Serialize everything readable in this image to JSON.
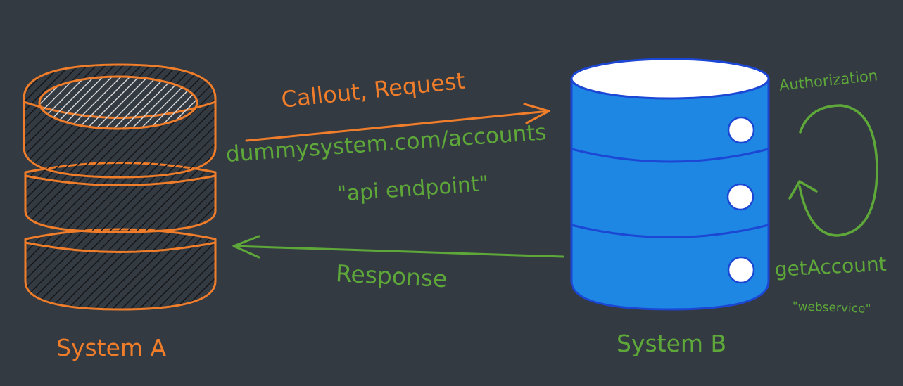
{
  "colors": {
    "background": "#343a42",
    "orange": "#f07d2a",
    "green": "#5ea83a",
    "blue": "#1e86e3",
    "blue_outline": "#1c46d4",
    "white": "#ffffff"
  },
  "system_a": {
    "label": "System A",
    "icon": "database-icon"
  },
  "system_b": {
    "label": "System B",
    "icon": "database-icon"
  },
  "request": {
    "label": "Callout, Request",
    "endpoint": "dummysystem.com/accounts",
    "endpoint_note": "\"api endpoint\""
  },
  "response": {
    "label": "Response"
  },
  "service": {
    "authorization": "Authorization",
    "method": "getAccount",
    "method_note": "\"webservice\""
  }
}
